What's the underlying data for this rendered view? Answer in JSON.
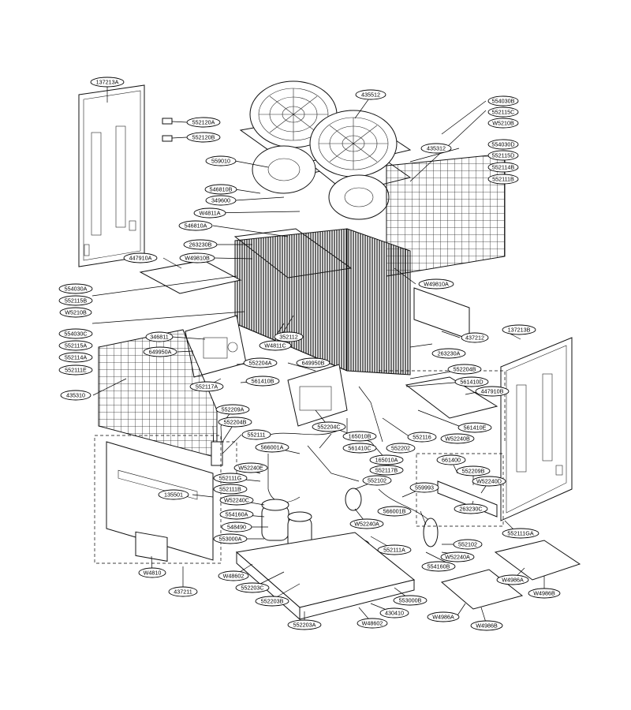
{
  "labels": [
    "137213A",
    "552120A",
    "552120B",
    "435512",
    "554030B",
    "552115C",
    "W5210B",
    "554030D",
    "552115D",
    "552114B",
    "552111B",
    "435312",
    "559010",
    "546810B",
    "349600",
    "W4811A",
    "546810A",
    "263230B",
    "W49810B",
    "447910A",
    "554030A",
    "552115B",
    "W5210B",
    "554030C",
    "552115A",
    "552114A",
    "552111E",
    "W49810A",
    "346811",
    "W4811C",
    "352112",
    "437212",
    "137213B",
    "649950A",
    "552204A",
    "649950B",
    "263230A",
    "552204B",
    "561410D",
    "552117A",
    "561410B",
    "447910B",
    "435310",
    "552209A",
    "552204B",
    "552111",
    "552204C",
    "561410E",
    "165010B",
    "552116",
    "W52240B",
    "561410C",
    "552202",
    "566001A",
    "165010A",
    "W52240E",
    "552117B",
    "661400",
    "552209B",
    "552111G",
    "552111B",
    "552102",
    "559993",
    "W52240D",
    "135501",
    "W52240C",
    "554160A",
    "566001B",
    "263230C",
    "548490",
    "W52240A",
    "552111GA",
    "553000A",
    "552111A",
    "552102",
    "W52240A",
    "W4810",
    "W48602",
    "554160B",
    "552203C",
    "W4986A",
    "552203B",
    "553000B",
    "W4986B",
    "430410",
    "W48602",
    "W4986A",
    "W4986B",
    "437211",
    "552203A"
  ]
}
